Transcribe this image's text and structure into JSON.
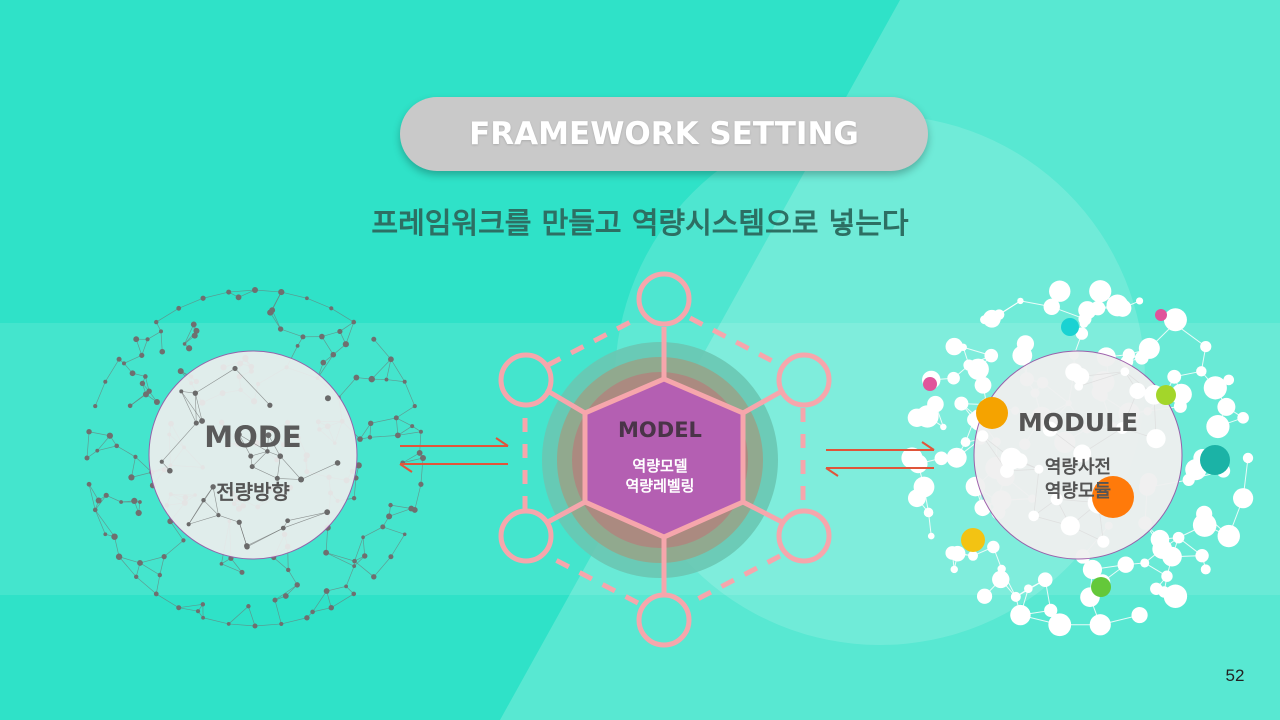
{
  "header": {
    "title": "FRAMEWORK SETTING"
  },
  "subtitle": "프레임워크를 만들고 역량시스템으로 넣는다",
  "nodes": {
    "mode": {
      "title": "MODE",
      "subtitle": "전량방향"
    },
    "model": {
      "title": "MODEL",
      "line1": "역량모델",
      "line2": "역량레벨링"
    },
    "module": {
      "title": "MODULE",
      "line1": "역량사전",
      "line2": "역량모듈"
    }
  },
  "page_number": "52",
  "colors": {
    "background": "#2fe2c8",
    "pill": "#c9c9c9",
    "subtitle": "#2d6f63",
    "hexagon": "#f6a6ac",
    "hex_fill": "#b55fb0",
    "arrow": "#e0553a"
  }
}
